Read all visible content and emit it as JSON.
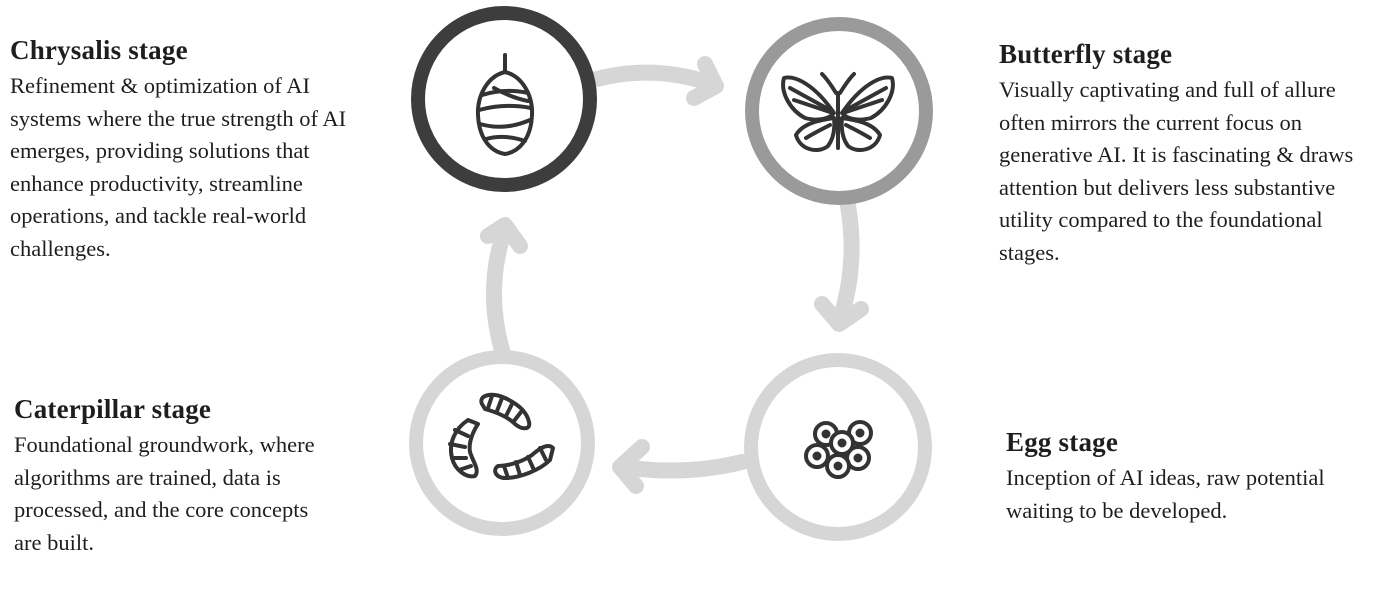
{
  "stages": {
    "chrysalis": {
      "title": "Chrysalis stage",
      "desc": "Refinement & optimization of AI systems where the true strength of AI emerges, providing solutions that enhance productivity, streamline operations, and tackle real-world challenges."
    },
    "butterfly": {
      "title": "Butterfly stage",
      "desc": "Visually captivating and full of allure often mirrors the current focus on generative AI. It is fascinating & draws attention but delivers less substantive utility compared to the foundational stages."
    },
    "caterpillar": {
      "title": "Caterpillar stage",
      "desc": "Foundational groundwork, where algorithms are trained, data is processed, and the core concepts are built."
    },
    "egg": {
      "title": "Egg stage",
      "desc": "Inception of AI ideas, raw potential waiting to be developed."
    }
  },
  "colors": {
    "chrysalis_ring": "#3d3d3d",
    "butterfly_ring": "#9a9a9a",
    "caterpillar_ring": "#d6d6d6",
    "egg_ring": "#d6d6d6",
    "arrow": "#d6d6d6",
    "icon": "#333333"
  },
  "icons": [
    "chrysalis-icon",
    "butterfly-icon",
    "caterpillar-icon",
    "eggs-icon"
  ]
}
